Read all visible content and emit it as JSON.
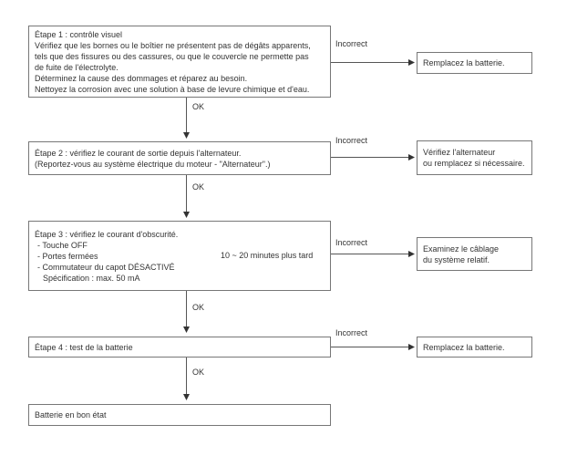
{
  "flow": {
    "ok_label": "OK",
    "incorrect_label": "Incorrect",
    "steps": [
      {
        "lines": [
          "Étape 1 : contrôle visuel",
          "Vérifiez que les bornes ou le boîtier ne présentent pas de dégâts apparents,",
          "tels que des fissures ou des cassures, ou que le couvercle ne permette pas",
          "de fuite de l'électrolyte.",
          "Déterminez la cause des dommages et réparez au besoin.",
          "Nettoyez la corrosion avec une solution à base de levure chimique et d'eau."
        ]
      },
      {
        "lines": [
          "Étape 2 : vérifiez le courant de sortie depuis l'alternateur.",
          "(Reportez-vous au système électrique du moteur - \"Alternateur\".)"
        ]
      },
      {
        "lines": [
          "Étape 3 : vérifiez le courant d'obscurité.",
          "- Touche OFF",
          "- Portes fermées",
          "- Commutateur du capot DÉSACTIVÉ",
          "Spécification : max. 50 mA"
        ],
        "annotation": "10 ~ 20 minutes plus tard"
      },
      {
        "lines": [
          "Étape 4 : test de la batterie"
        ]
      }
    ],
    "result": "Batterie en bon état",
    "actions": [
      {
        "lines": [
          "Remplacez la batterie."
        ]
      },
      {
        "lines": [
          "Vérifiez l'alternateur",
          "ou remplacez si nécessaire."
        ]
      },
      {
        "lines": [
          "Examinez le câblage",
          "du système relatif."
        ]
      },
      {
        "lines": [
          "Remplacez la batterie."
        ]
      }
    ],
    "colors": {
      "background": "#ffffff",
      "box_border": "#777777",
      "text": "#333333",
      "connector": "#555555"
    }
  }
}
